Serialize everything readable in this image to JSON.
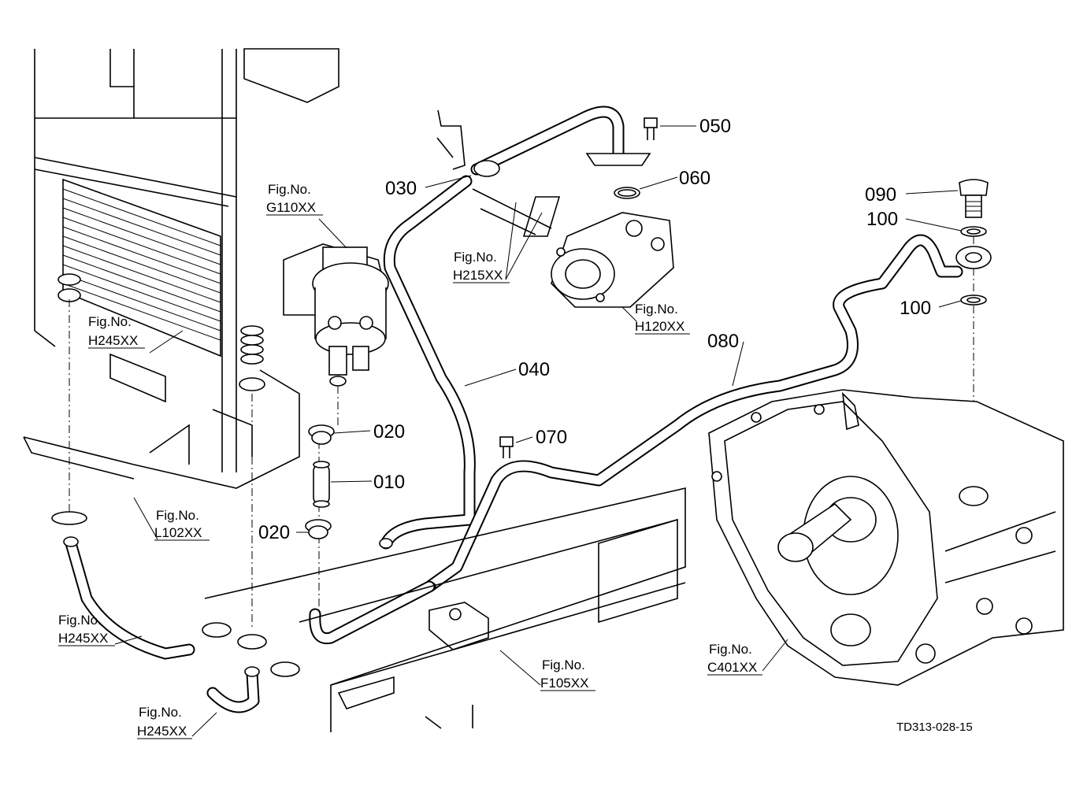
{
  "parts": [
    {
      "id": "p010",
      "label": "010"
    },
    {
      "id": "p020a",
      "label": "020"
    },
    {
      "id": "p020b",
      "label": "020"
    },
    {
      "id": "p030",
      "label": "030"
    },
    {
      "id": "p040",
      "label": "040"
    },
    {
      "id": "p050",
      "label": "050"
    },
    {
      "id": "p060",
      "label": "060"
    },
    {
      "id": "p070",
      "label": "070"
    },
    {
      "id": "p080",
      "label": "080"
    },
    {
      "id": "p090",
      "label": "090"
    },
    {
      "id": "p100a",
      "label": "100"
    },
    {
      "id": "p100b",
      "label": "100"
    }
  ],
  "figure_refs": [
    {
      "id": "g110",
      "prefix": "Fig.No.",
      "code": "G110XX"
    },
    {
      "id": "h215",
      "prefix": "Fig.No.",
      "code": "H215XX"
    },
    {
      "id": "h120",
      "prefix": "Fig.No.",
      "code": "H120XX"
    },
    {
      "id": "h245a",
      "prefix": "Fig.No.",
      "code": "H245XX"
    },
    {
      "id": "l102",
      "prefix": "Fig.No.",
      "code": "L102XX"
    },
    {
      "id": "h245b",
      "prefix": "Fig.No.",
      "code": "H245XX"
    },
    {
      "id": "h245c",
      "prefix": "Fig.No.",
      "code": "H245XX"
    },
    {
      "id": "f105",
      "prefix": "Fig.No.",
      "code": "F105XX"
    },
    {
      "id": "c401",
      "prefix": "Fig.No.",
      "code": "C401XX"
    }
  ],
  "diagram_code": "TD313-028-15",
  "colors": {
    "ink": "#000000",
    "paper": "#ffffff"
  }
}
